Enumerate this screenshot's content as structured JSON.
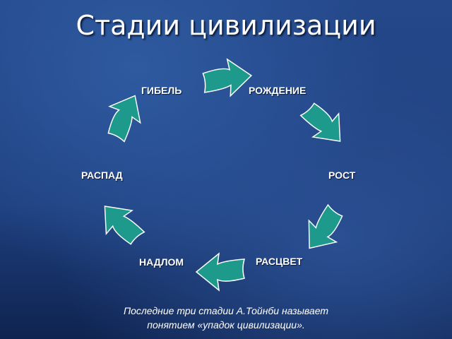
{
  "title": "Стадии цивилизации",
  "stages": {
    "birth": "РОЖДЕНИЕ",
    "growth": "РОСТ",
    "flourishing": "РАСЦВЕТ",
    "breakdown": "НАДЛОМ",
    "disintegration": "РАСПАД",
    "death": "ГИБЕЛЬ"
  },
  "caption": {
    "line1": "Последние три стадии А.Тойнби называет",
    "line2": "понятием «упадок цивилизации»."
  },
  "colors": {
    "arrow_fill": "#1e9a8c",
    "arrow_stroke": "#ffffff",
    "background": "#24488a"
  },
  "icons": [
    "cycle-arrow-icon"
  ]
}
